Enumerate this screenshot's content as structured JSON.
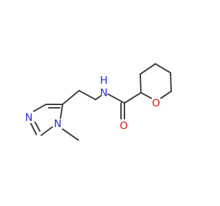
{
  "molecule": {
    "atoms": {
      "n_ring_top": {
        "text": "N",
        "color": "#2a2ad8"
      },
      "n_ring_methyl": {
        "text": "N",
        "color": "#2a2ad8"
      },
      "nh_amide": {
        "text": "N",
        "color": "#2a2ad8"
      },
      "h_amide": {
        "text": "H",
        "color": "#2a2ad8"
      },
      "o_carbonyl": {
        "text": "O",
        "color": "#e02020"
      },
      "o_ring": {
        "text": "O",
        "color": "#e02020"
      }
    },
    "bond_color": "#3a3a3a"
  }
}
